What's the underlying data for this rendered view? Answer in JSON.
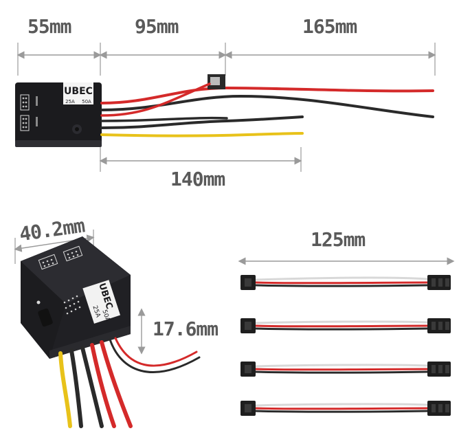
{
  "dimensions": {
    "d55": "55mm",
    "d95": "95mm",
    "d165": "165mm",
    "d140": "140mm",
    "d40": "40.2mm",
    "d17": "17.6mm",
    "d125": "125mm"
  },
  "device": {
    "logo": "UBEC",
    "rating_a": "25A",
    "rating_b": "50A"
  },
  "colors": {
    "body": "#1c1c1f",
    "red_wire": "#d42a2a",
    "black_wire": "#2a2a2a",
    "yellow_wire": "#e8c21a",
    "white_wire": "#efefef",
    "dimension_text": "#5a5a5a"
  }
}
